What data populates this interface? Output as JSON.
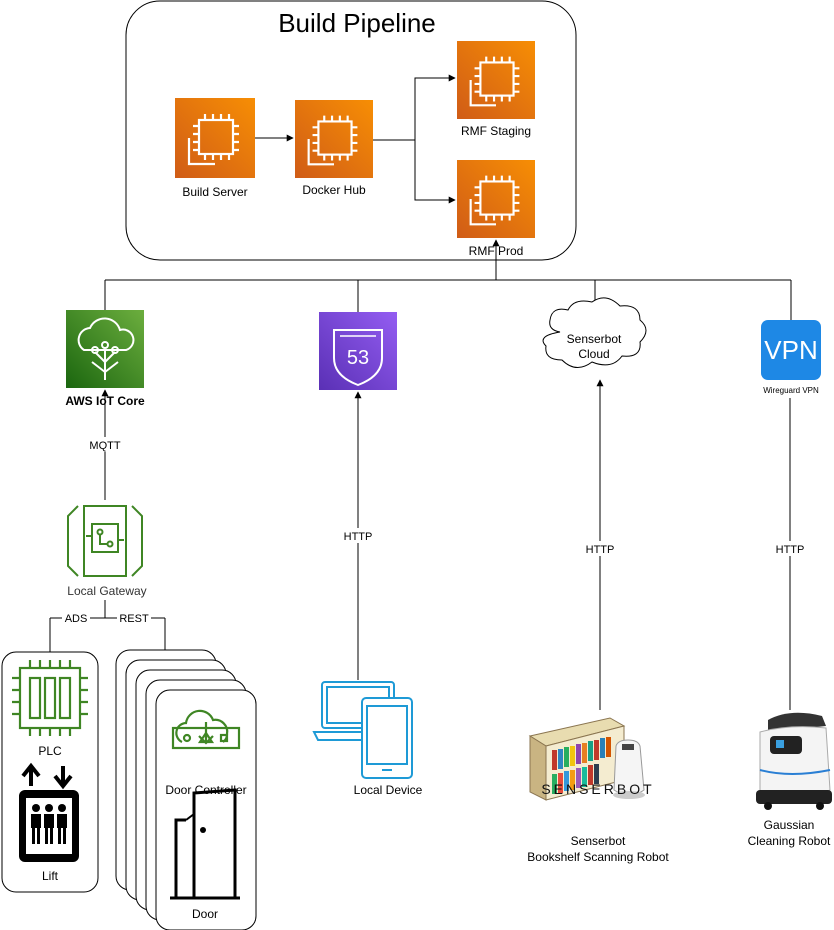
{
  "pipeline": {
    "title": "Build Pipeline",
    "build_server": "Build Server",
    "docker_hub": "Docker Hub",
    "rmf_staging": "RMF Staging",
    "rmf_prod": "RMF Prod"
  },
  "services": {
    "iot_core": "AWS IoT Core",
    "route53_badge": "53",
    "senserbot_cloud_line1": "Senserbot",
    "senserbot_cloud_line2": "Cloud",
    "vpn_badge": "VPN",
    "vpn_label": "Wireguard VPN"
  },
  "connections": {
    "mqtt": "MQTT",
    "http": "HTTP",
    "ads": "ADS",
    "rest": "REST"
  },
  "devices": {
    "local_gateway": "Local Gateway",
    "plc": "PLC",
    "lift": "Lift",
    "door_controller": "Door Controller",
    "door": "Door",
    "local_device": "Local Device",
    "senserbot_brand": "SENSERBOT",
    "senserbot_line1": "Senserbot",
    "senserbot_line2": "Bookshelf Scanning Robot",
    "gaussian_line1": "Gaussian",
    "gaussian_line2": "Cleaning Robot"
  },
  "colors": {
    "aws_compute_top": "#F78E04",
    "aws_compute_bottom": "#D05C17",
    "iot_green": "#3F8624",
    "route53_purple": "#8C4FFF",
    "vpn_blue": "#1E88E5",
    "device_blue": "#1E9AD6"
  }
}
